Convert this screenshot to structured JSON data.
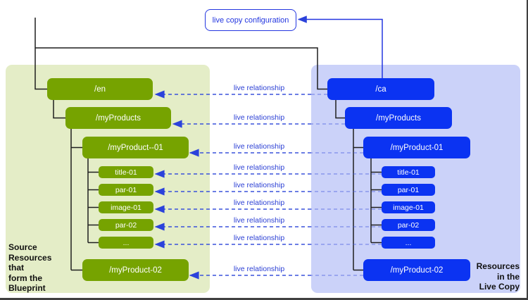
{
  "config_box": {
    "label": "live copy configuration"
  },
  "colors": {
    "blueprint_node": "#76a300",
    "blueprint_panel": "#e4edc7",
    "livecopy_node": "#0b33f2",
    "livecopy_panel": "#cbd2f9",
    "relationship_blue": "#2b42db",
    "tree_line": "#1f1f1f"
  },
  "blueprint": {
    "caption": "Source\nResources\nthat\nform the\nBlueprint",
    "nodes": [
      {
        "label": "/en"
      },
      {
        "label": "/myProducts"
      },
      {
        "label": "/myProduct--01"
      },
      {
        "label": "title-01"
      },
      {
        "label": "par-01"
      },
      {
        "label": "image-01"
      },
      {
        "label": "par-02"
      },
      {
        "label": "..."
      },
      {
        "label": "/myProduct-02"
      }
    ]
  },
  "livecopy": {
    "caption": "Resources\nin the\nLive Copy",
    "nodes": [
      {
        "label": "/ca"
      },
      {
        "label": "/myProducts"
      },
      {
        "label": "/myProduct-01"
      },
      {
        "label": "title-01"
      },
      {
        "label": "par-01"
      },
      {
        "label": "image-01"
      },
      {
        "label": "par-02"
      },
      {
        "label": "..."
      },
      {
        "label": "/myProduct-02"
      }
    ]
  },
  "relationships": [
    {
      "label": "live relationship"
    },
    {
      "label": "live relationship"
    },
    {
      "label": "live relationship"
    },
    {
      "label": "live relationship"
    },
    {
      "label": "live relationship"
    },
    {
      "label": "live relationship"
    },
    {
      "label": "live relationship"
    },
    {
      "label": "live relationship"
    },
    {
      "label": "live relationship"
    }
  ]
}
